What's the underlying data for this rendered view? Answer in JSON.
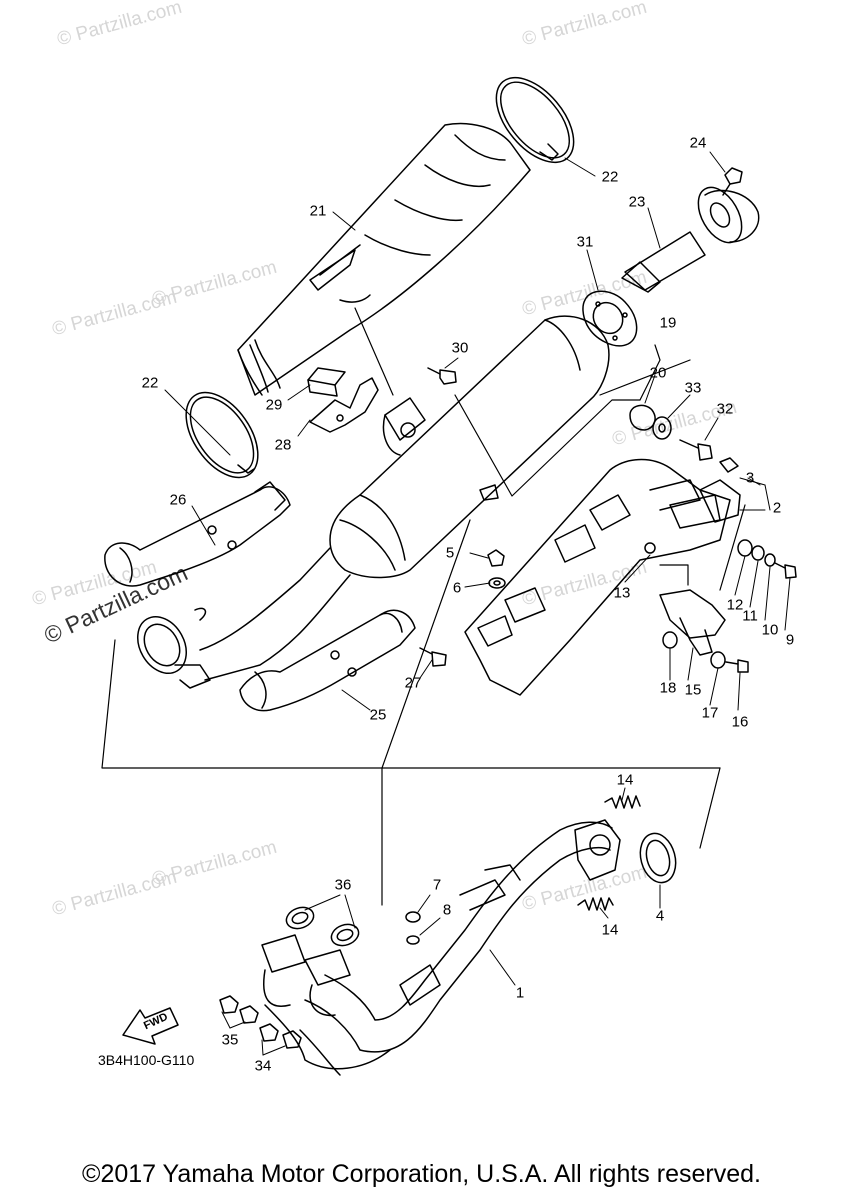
{
  "watermarks": {
    "light": [
      "© Partzilla.com",
      "© Partzilla.com",
      "© Partzilla.com",
      "© Partzilla.com",
      "© Partzilla.com",
      "© Partzilla.com",
      "© Partzilla.com",
      "© Partzilla.com",
      "© Partzilla.com",
      "© Partzilla.com",
      "© Partzilla.com"
    ],
    "dark": "© Partzilla.com"
  },
  "callouts": [
    "1",
    "2",
    "3",
    "4",
    "5",
    "6",
    "7",
    "8",
    "9",
    "10",
    "11",
    "12",
    "13",
    "14",
    "14",
    "15",
    "16",
    "17",
    "18",
    "19",
    "20",
    "21",
    "22",
    "22",
    "23",
    "24",
    "25",
    "26",
    "27",
    "28",
    "29",
    "30",
    "31",
    "32",
    "33",
    "34",
    "35",
    "36"
  ],
  "fwd_label": "FWD",
  "diagram_code": "3B4H100-G110",
  "copyright": "©2017 Yamaha Motor Corporation, U.S.A. All rights reserved.",
  "colors": {
    "line": "#000000",
    "watermark": "#d6d6d6"
  }
}
